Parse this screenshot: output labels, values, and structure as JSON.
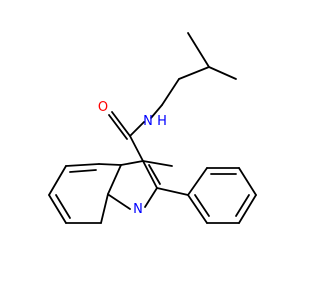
{
  "molecule": {
    "atoms": {
      "oxygen": "O",
      "amide_nitrogen_n": "N",
      "amide_nitrogen_h": "H",
      "ring_nitrogen": "N"
    },
    "colors": {
      "bond": "#000000",
      "oxygen": "#ff0000",
      "nitrogen": "#0000ff"
    }
  }
}
